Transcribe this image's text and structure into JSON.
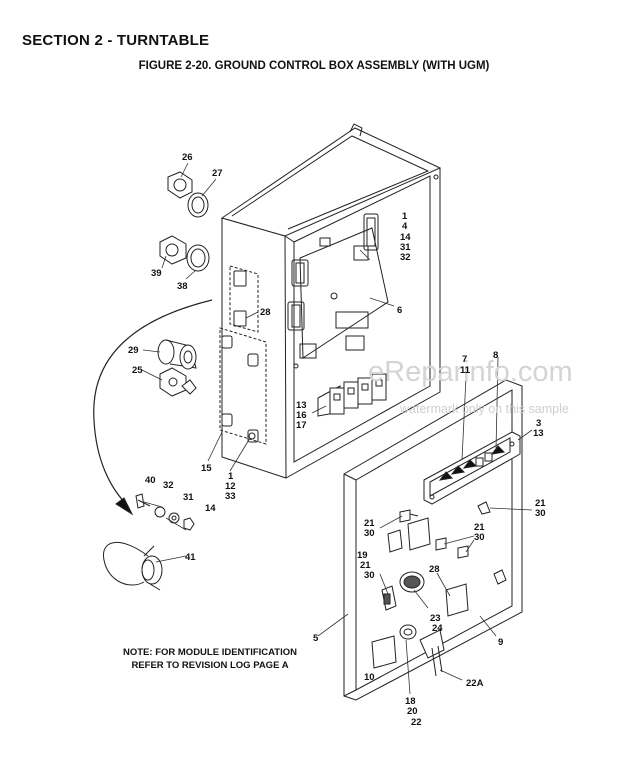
{
  "header": {
    "section": "SECTION 2 - TURNTABLE",
    "figure": "FIGURE 2-20. GROUND CONTROL BOX ASSEMBLY (WITH UGM)"
  },
  "note": {
    "line1": "NOTE: FOR MODULE IDENTIFICATION",
    "line2": "REFER TO REVISION LOG PAGE A"
  },
  "watermark": {
    "brand": "eReparinfo.com",
    "notice": "watermark only on this sample"
  },
  "callouts": {
    "c26": "26",
    "c27": "27",
    "c39": "39",
    "c38": "38",
    "c28": "28",
    "c29": "29",
    "c25": "25",
    "c15": "15",
    "c1a": "1",
    "c12a": "12",
    "c33a": "33",
    "c40": "40",
    "c32a": "32",
    "c31a": "31",
    "c14a": "14",
    "c41": "41",
    "c1b": "1",
    "c4": "4",
    "c14b": "14",
    "c31b": "31",
    "c32b": "32",
    "c6": "6",
    "c13a": "13",
    "c16": "16",
    "c17": "17",
    "c7": "7",
    "c11": "11",
    "c8": "8",
    "c3": "3",
    "c13b": "13",
    "c21a": "21",
    "c30a": "30",
    "c21b": "21",
    "c30b": "30",
    "c21c": "21",
    "c30c": "30",
    "c19": "19",
    "c21d": "21",
    "c30d": "30",
    "c28b": "28",
    "c23": "23",
    "c24": "24",
    "c5": "5",
    "c9": "9",
    "c10": "10",
    "c18": "18",
    "c20": "20",
    "c22": "22",
    "c22a": "22A"
  }
}
